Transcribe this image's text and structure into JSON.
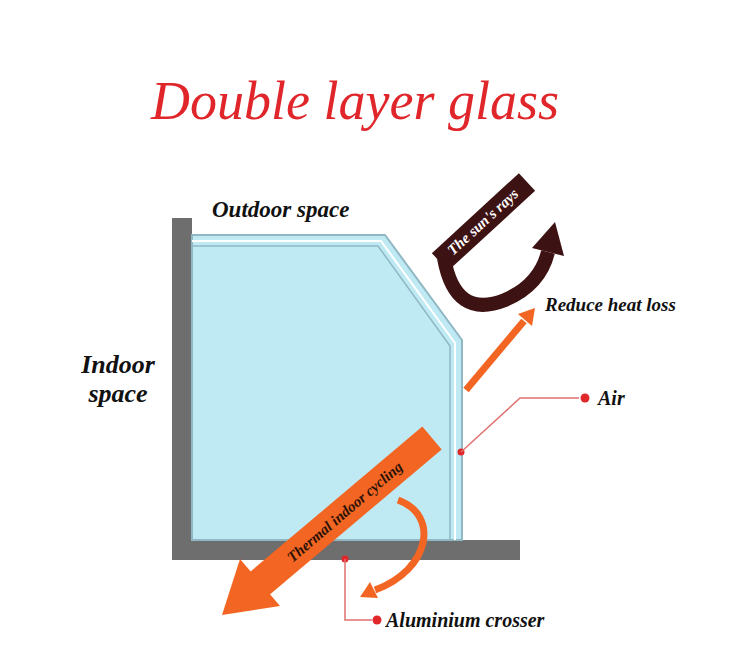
{
  "diagram": {
    "title": "Double layer glass",
    "labels": [
      "Outdoor space",
      "Indoor space",
      "The sun's rays",
      "Reduce heat loss",
      "Air",
      "Thermal indoor cycling",
      "Aluminium crosser"
    ]
  }
}
